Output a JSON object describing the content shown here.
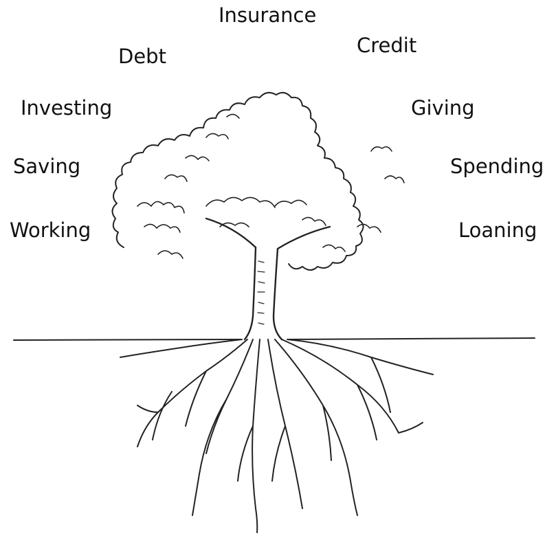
{
  "labels": {
    "insurance": "Insurance",
    "credit": "Credit",
    "debt": "Debt",
    "investing": "Investing",
    "giving": "Giving",
    "saving": "Saving",
    "spending": "Spending",
    "working": "Working",
    "loaning": "Loaning"
  },
  "colors": {
    "ink": "#222222",
    "background": "#ffffff"
  }
}
